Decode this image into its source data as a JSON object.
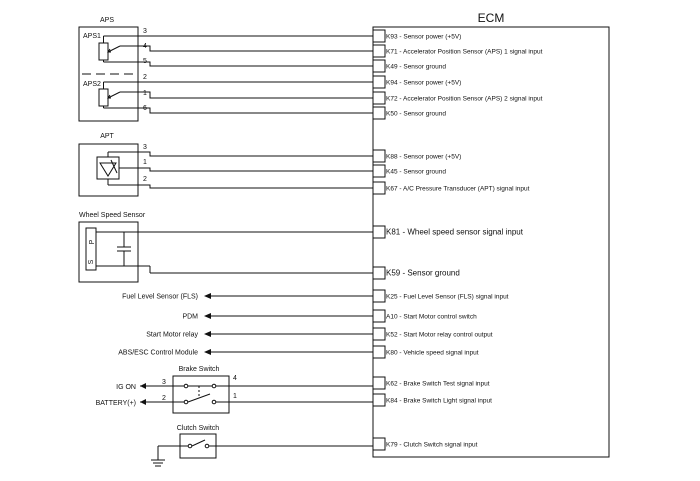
{
  "ecm": {
    "title": "ECM",
    "pins": [
      {
        "code": "K93",
        "desc": " - Sensor power (+5V)"
      },
      {
        "code": "K71",
        "desc": " - Accelerator Position Sensor (APS) 1 signal input"
      },
      {
        "code": "K49",
        "desc": " - Sensor ground"
      },
      {
        "code": "K94",
        "desc": " - Sensor power (+5V)"
      },
      {
        "code": "K72",
        "desc": " - Accelerator Position Sensor (APS) 2 signal input"
      },
      {
        "code": "K50",
        "desc": " - Sensor ground"
      },
      {
        "code": "K88",
        "desc": " - Sensor power (+5V)"
      },
      {
        "code": "K45",
        "desc": " - Sensor ground"
      },
      {
        "code": "K67",
        "desc": " - A/C Pressure Transducer (APT) signal input"
      },
      {
        "code": "K81",
        "desc": " - Wheel speed sensor signal input"
      },
      {
        "code": "K59",
        "desc": " - Sensor ground"
      },
      {
        "code": "K25",
        "desc": " - Fuel Level Sensor (FLS) signal input"
      },
      {
        "code": "A10",
        "desc": " - Start Motor control switch"
      },
      {
        "code": "K52",
        "desc": " - Start Motor relay control output"
      },
      {
        "code": "K80",
        "desc": " - Vehicle speed signal input"
      },
      {
        "code": "K62",
        "desc": " - Brake Switch Test signal input"
      },
      {
        "code": "K84",
        "desc": " - Brake Switch Light signal input"
      },
      {
        "code": "K79",
        "desc": " - Clutch Switch signal input"
      }
    ]
  },
  "aps": {
    "title": "APS",
    "sub1": "APS1",
    "sub2": "APS2",
    "pins": [
      "3",
      "4",
      "5",
      "2",
      "1",
      "6"
    ]
  },
  "apt": {
    "title": "APT",
    "pins": [
      "3",
      "1",
      "2"
    ]
  },
  "wheel_speed_sensor": {
    "title": "Wheel Speed Sensor",
    "label_p": "P",
    "label_s": "S"
  },
  "outputs": [
    "Fuel Level Sensor (FLS)",
    "PDM",
    "Start Motor relay",
    "ABS/ESC Control Module"
  ],
  "brake_switch": {
    "title": "Brake Switch",
    "left_pins": [
      "3",
      "2"
    ],
    "right_pins": [
      "4",
      "1"
    ],
    "ig_on": "IG ON",
    "battery": "BATTERY(+)"
  },
  "clutch_switch": {
    "title": "Clutch Switch"
  }
}
